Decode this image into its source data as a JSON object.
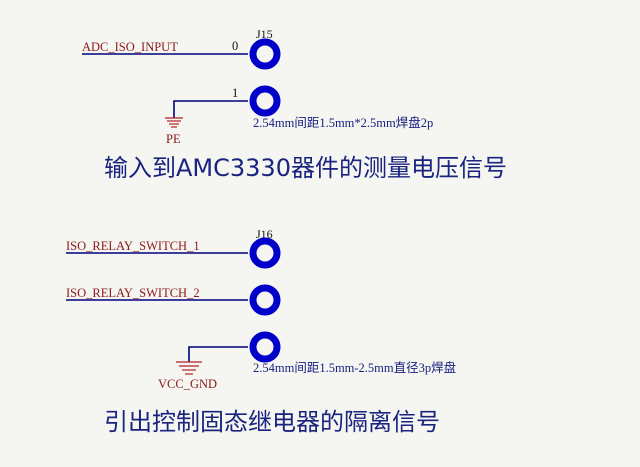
{
  "colors": {
    "background": "#f5f5f2",
    "wire": "#000080",
    "net_label": "#8b1a1a",
    "pad": "#0000c8",
    "caption": "#1a237e",
    "ground_symbol": "#b22222"
  },
  "j15": {
    "ref": "J15",
    "net_top": "ADC_ISO_INPUT",
    "pin0": "0",
    "pin1": "1",
    "ground_label": "PE",
    "note": "2.54mm间距1.5mm*2.5mm焊盘2p",
    "caption": "输入到AMC3330器件的测量电压信号"
  },
  "j16": {
    "ref": "J16",
    "net_1": "ISO_RELAY_SWITCH_1",
    "net_2": "ISO_RELAY_SWITCH_2",
    "ground_label": "VCC_GND",
    "note": "2.54mm间距1.5mm-2.5mm直径3p焊盘",
    "caption": "引出控制固态继电器的隔离信号"
  }
}
